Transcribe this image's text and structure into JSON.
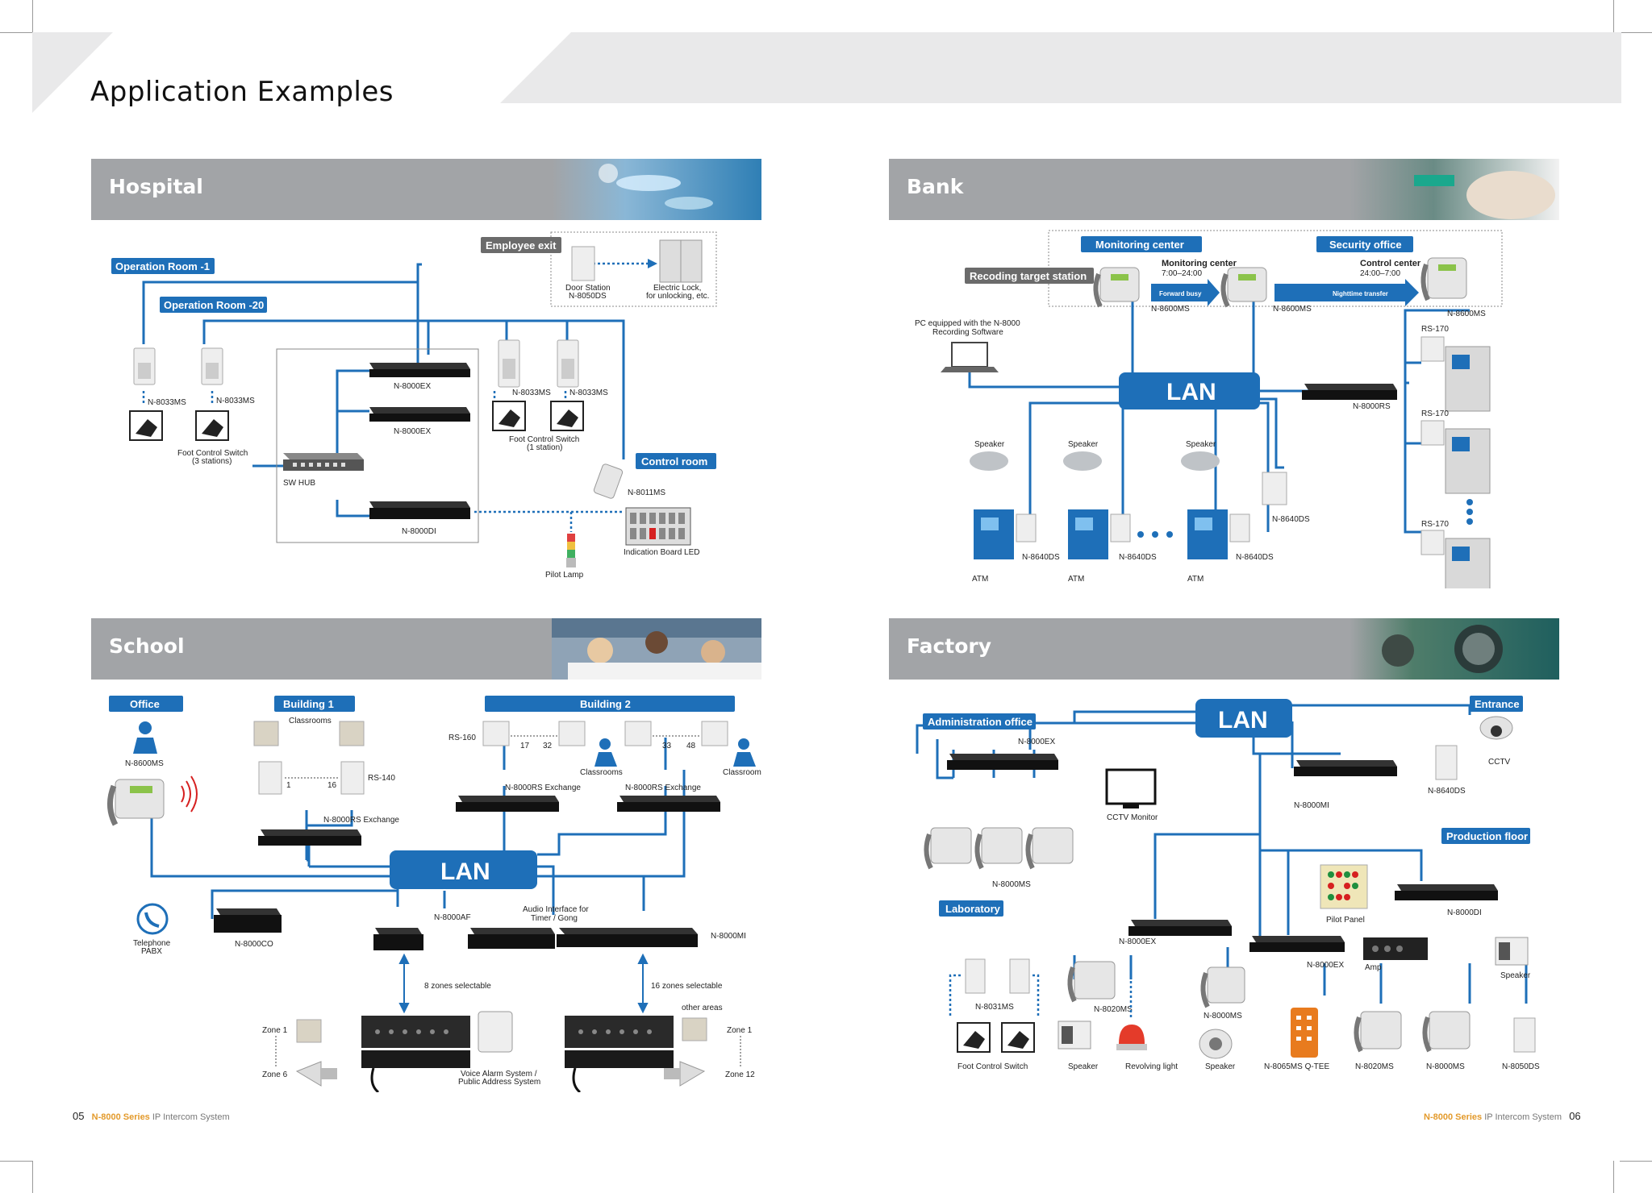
{
  "page": {
    "title": "Application Examples"
  },
  "footer": {
    "left_page": "05",
    "right_page": "06",
    "brand": "N-8000 Series",
    "suffix": "IP Intercom System"
  },
  "hospital": {
    "title": "Hospital",
    "tags": {
      "op1": "Operation Room -1",
      "op20": "Operation Room -20",
      "exit": "Employee exit",
      "control": "Control room"
    },
    "labels": {
      "ms": "N-8033MS",
      "fcs3a": "Foot Control Switch",
      "fcs3b": "(3 stations)",
      "fcs1a": "Foot Control Switch",
      "fcs1b": "(1 station)",
      "ex": "N-8000EX",
      "hub": "SW  HUB",
      "di": "N-8000DI",
      "door1": "Door Station",
      "door2": "N-8050DS",
      "lock1": "Electric Lock,",
      "lock2": "for unlocking, etc.",
      "n8011": "N-8011MS",
      "board": "Indication Board LED",
      "lamp": "Pilot Lamp"
    }
  },
  "bank": {
    "title": "Bank",
    "tags": {
      "monitor": "Monitoring center",
      "security": "Security office",
      "record": "Recoding target station"
    },
    "labels": {
      "mc": "Monitoring center",
      "mc_time": "7:00–24:00",
      "cc": "Control center",
      "cc_time": "24:00–7:00",
      "fwd": "Forward busy",
      "night": "Nighttime transfer",
      "ms": "N-8600MS",
      "pc1": "PC equipped with the N-8000",
      "pc2": "Recording Software",
      "lan": "LAN",
      "rs": "N-8000RS",
      "rs170": "RS-170",
      "speaker": "Speaker",
      "ds": "N-8640DS",
      "atm": "ATM"
    }
  },
  "school": {
    "title": "School",
    "tags": {
      "office": "Office",
      "b1": "Building 1",
      "b2": "Building 2"
    },
    "labels": {
      "n8600": "N-8600MS",
      "classrooms": "Classrooms",
      "rs140": "RS-140",
      "rs160": "RS-160",
      "one": "1",
      "sixteen": "16",
      "n17": "17",
      "n32": "32",
      "n33": "33",
      "n48": "48",
      "exch": "N-8000RS Exchange",
      "lan": "LAN",
      "tel1": "Telephone",
      "tel2": "PABX",
      "co": "N-8000CO",
      "af": "N-8000AF",
      "audio1": "Audio Interface for",
      "audio2": "Timer / Gong",
      "mi": "N-8000MI",
      "z8": "8 zones selectable",
      "z16": "16 zones selectable",
      "zone1": "Zone 1",
      "zone6": "Zone 6",
      "zone12": "Zone 12",
      "other": "other areas",
      "va1": "Voice Alarm System /",
      "va2": "Public Address System"
    }
  },
  "factory": {
    "title": "Factory",
    "tags": {
      "admin": "Administration office",
      "entrance": "Entrance",
      "prod": "Production floor",
      "lab": "Laboratory"
    },
    "labels": {
      "ex": "N-8000EX",
      "lan": "LAN",
      "cctv_mon": "CCTV Monitor",
      "cctv": "CCTV",
      "ds": "N-8640DS",
      "mi": "N-8000MI",
      "ms": "N-8000MS",
      "pilot": "Pilot Panel",
      "di": "N-8000DI",
      "amp": "Amp",
      "speaker": "Speaker",
      "n8031": "N-8031MS",
      "n8020": "N-8020MS",
      "fcs": "Foot Control Switch",
      "rev": "Revolving light",
      "qtee": "N-8065MS Q-TEE",
      "n8050": "N-8050DS"
    }
  }
}
